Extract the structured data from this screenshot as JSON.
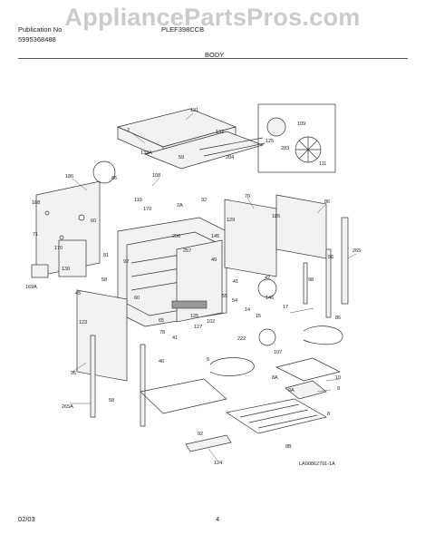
{
  "watermark": "AppliancePartsPros.com",
  "header": {
    "publication_label": "Publication No",
    "publication_number": "5995368488",
    "model": "PLEF398CCB",
    "section": "BODY"
  },
  "footer": {
    "date": "02/03",
    "page": "4",
    "drawing_code": "LA00862701-1A"
  },
  "part_labels": [
    "2",
    "131",
    "132",
    "132A",
    "59",
    "204",
    "109",
    "125",
    "283",
    "111",
    "186",
    "86",
    "108",
    "188",
    "71",
    "60",
    "170",
    "169A",
    "130",
    "92",
    "2A",
    "119",
    "170",
    "70",
    "86",
    "185",
    "129",
    "145",
    "256",
    "257",
    "49",
    "81",
    "92",
    "58",
    "42",
    "146",
    "55",
    "41",
    "54",
    "56",
    "265",
    "98",
    "17",
    "15",
    "14",
    "60",
    "102",
    "78",
    "41",
    "65",
    "45",
    "123",
    "95",
    "125",
    "222",
    "107",
    "86",
    "265A",
    "58",
    "5",
    "8A",
    "10",
    "9",
    "9A",
    "8",
    "8B",
    "46",
    "92",
    "124",
    "127"
  ],
  "colors": {
    "ink": "#222222",
    "watermark": "#a0a0a0"
  }
}
